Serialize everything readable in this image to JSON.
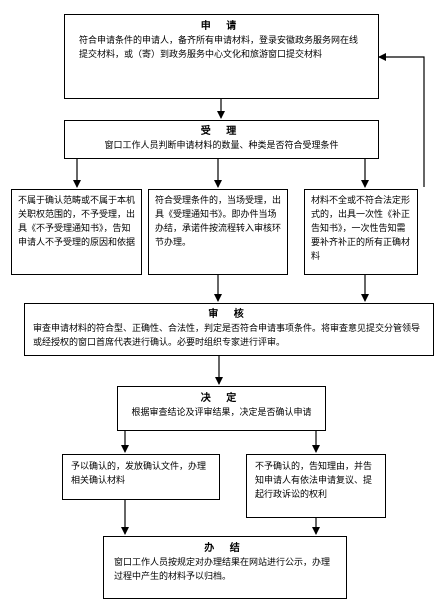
{
  "apply": {
    "title": "申 请",
    "text": "符合申请条件的申请人，备齐所有申请材料，登录安徽政务服务网在线提交材料，或（寄）到政务服务中心文化和旅游窗口提交材料"
  },
  "accept": {
    "title": "受 理",
    "text": "窗口工作人员判断申请材料的数量、种类是否符合受理条件"
  },
  "branch_left": {
    "text": "不属于确认范畴或不属于本机关职权范围的，不予受理，出具《不予受理通知书》，告知申请人不予受理的原因和依据"
  },
  "branch_mid": {
    "text": "符合受理条件的，当场受理，出具《受理通知书》。即办件当场办结，承诺件按流程转入审核环节办理。"
  },
  "branch_right": {
    "text": "材料不全或不符合法定形式的，出具一次性《补正告知书》，一次性告知需要补齐补正的所有正确材料"
  },
  "review": {
    "title": "审 核",
    "text": "审查申请材料的符合型、正确性、合法性，判定是否符合申请事项条件。将审查意见提交分管领导或经授权的窗口首席代表进行确认。必要时组织专家进行评审。"
  },
  "decide": {
    "title": "决 定",
    "text": "根据审查结论及评审结果，决定是否确认申请"
  },
  "confirm_yes": {
    "text": "予以确认的，发放确认文件，办理相关确认材料"
  },
  "confirm_no": {
    "text": "不予确认的，告知理由，并告知申请人有依法申请复议、提起行政诉讼的权利"
  },
  "finish": {
    "title": "办 结",
    "text": "窗口工作人员按规定对办理结果在网站进行公示，办理过程中产生的材料予以归档。"
  }
}
